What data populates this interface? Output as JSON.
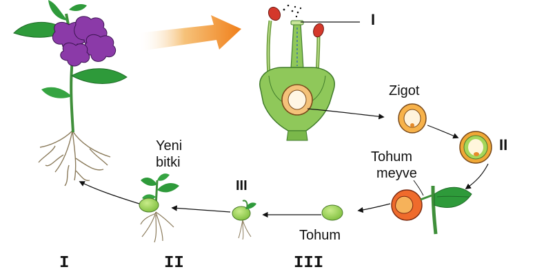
{
  "labels": {
    "marker_top": "I",
    "zigot": "Zigot",
    "marker_right": "II",
    "tohum_meyve_line1": "Tohum",
    "tohum_meyve_line2": "meyve",
    "tohum": "Tohum",
    "marker_middle": "III",
    "yeni_bitki_line1": "Yeni",
    "yeni_bitki_line2": "bitki"
  },
  "bottom_labels": [
    "I",
    "II",
    "III"
  ],
  "colors": {
    "leaf": "#2e9a3a",
    "flower": "#8b3aa8",
    "pistil": "#8fc85a",
    "seed": "#9ed35a",
    "fruit": "#ef6b2c",
    "big_arrow": "#f39a2c",
    "root": "#8a7a5a"
  }
}
